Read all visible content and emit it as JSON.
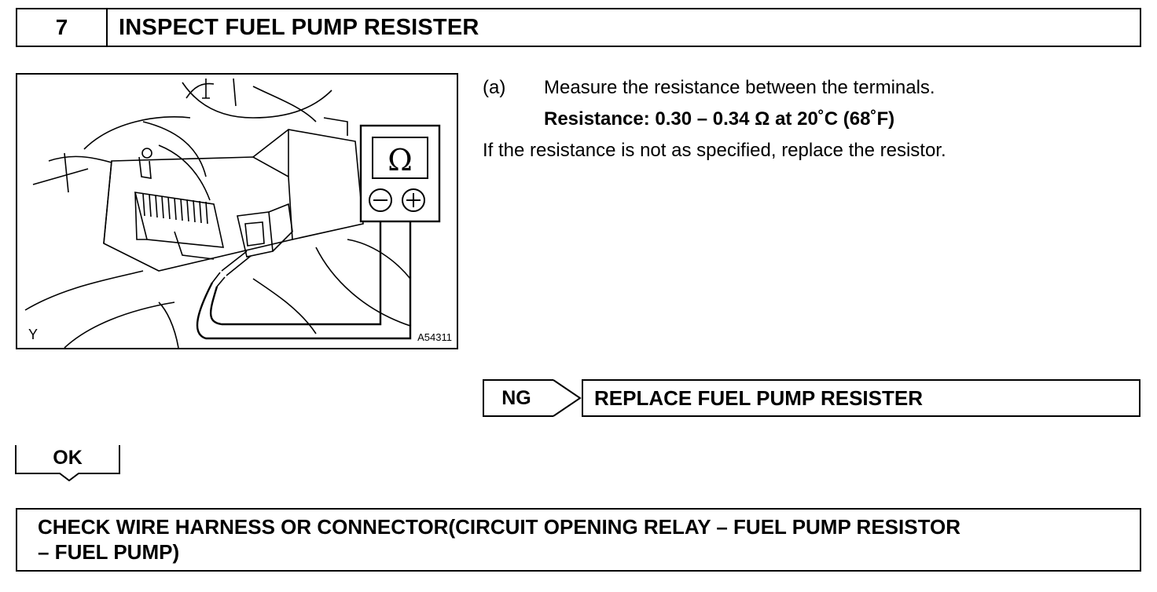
{
  "step": {
    "number": "7",
    "title": "INSPECT FUEL PUMP RESISTER"
  },
  "figure": {
    "meter_symbol": "Ω",
    "corner_label": "Y",
    "code": "A54311"
  },
  "instructions": {
    "item_label": "(a)",
    "item_text": "Measure the resistance between the terminals.",
    "spec": "Resistance: 0.30 – 0.34 Ω at 20˚C (68˚F)",
    "note": "If the resistance is not as specified, replace the resistor."
  },
  "ng": {
    "label": "NG",
    "action": "REPLACE FUEL PUMP RESISTER"
  },
  "ok": {
    "label": "OK"
  },
  "next_step": {
    "line1": "CHECK WIRE HARNESS OR CONNECTOR(CIRCUIT OPENING RELAY – FUEL PUMP RESISTOR",
    "line2": "– FUEL PUMP)"
  }
}
